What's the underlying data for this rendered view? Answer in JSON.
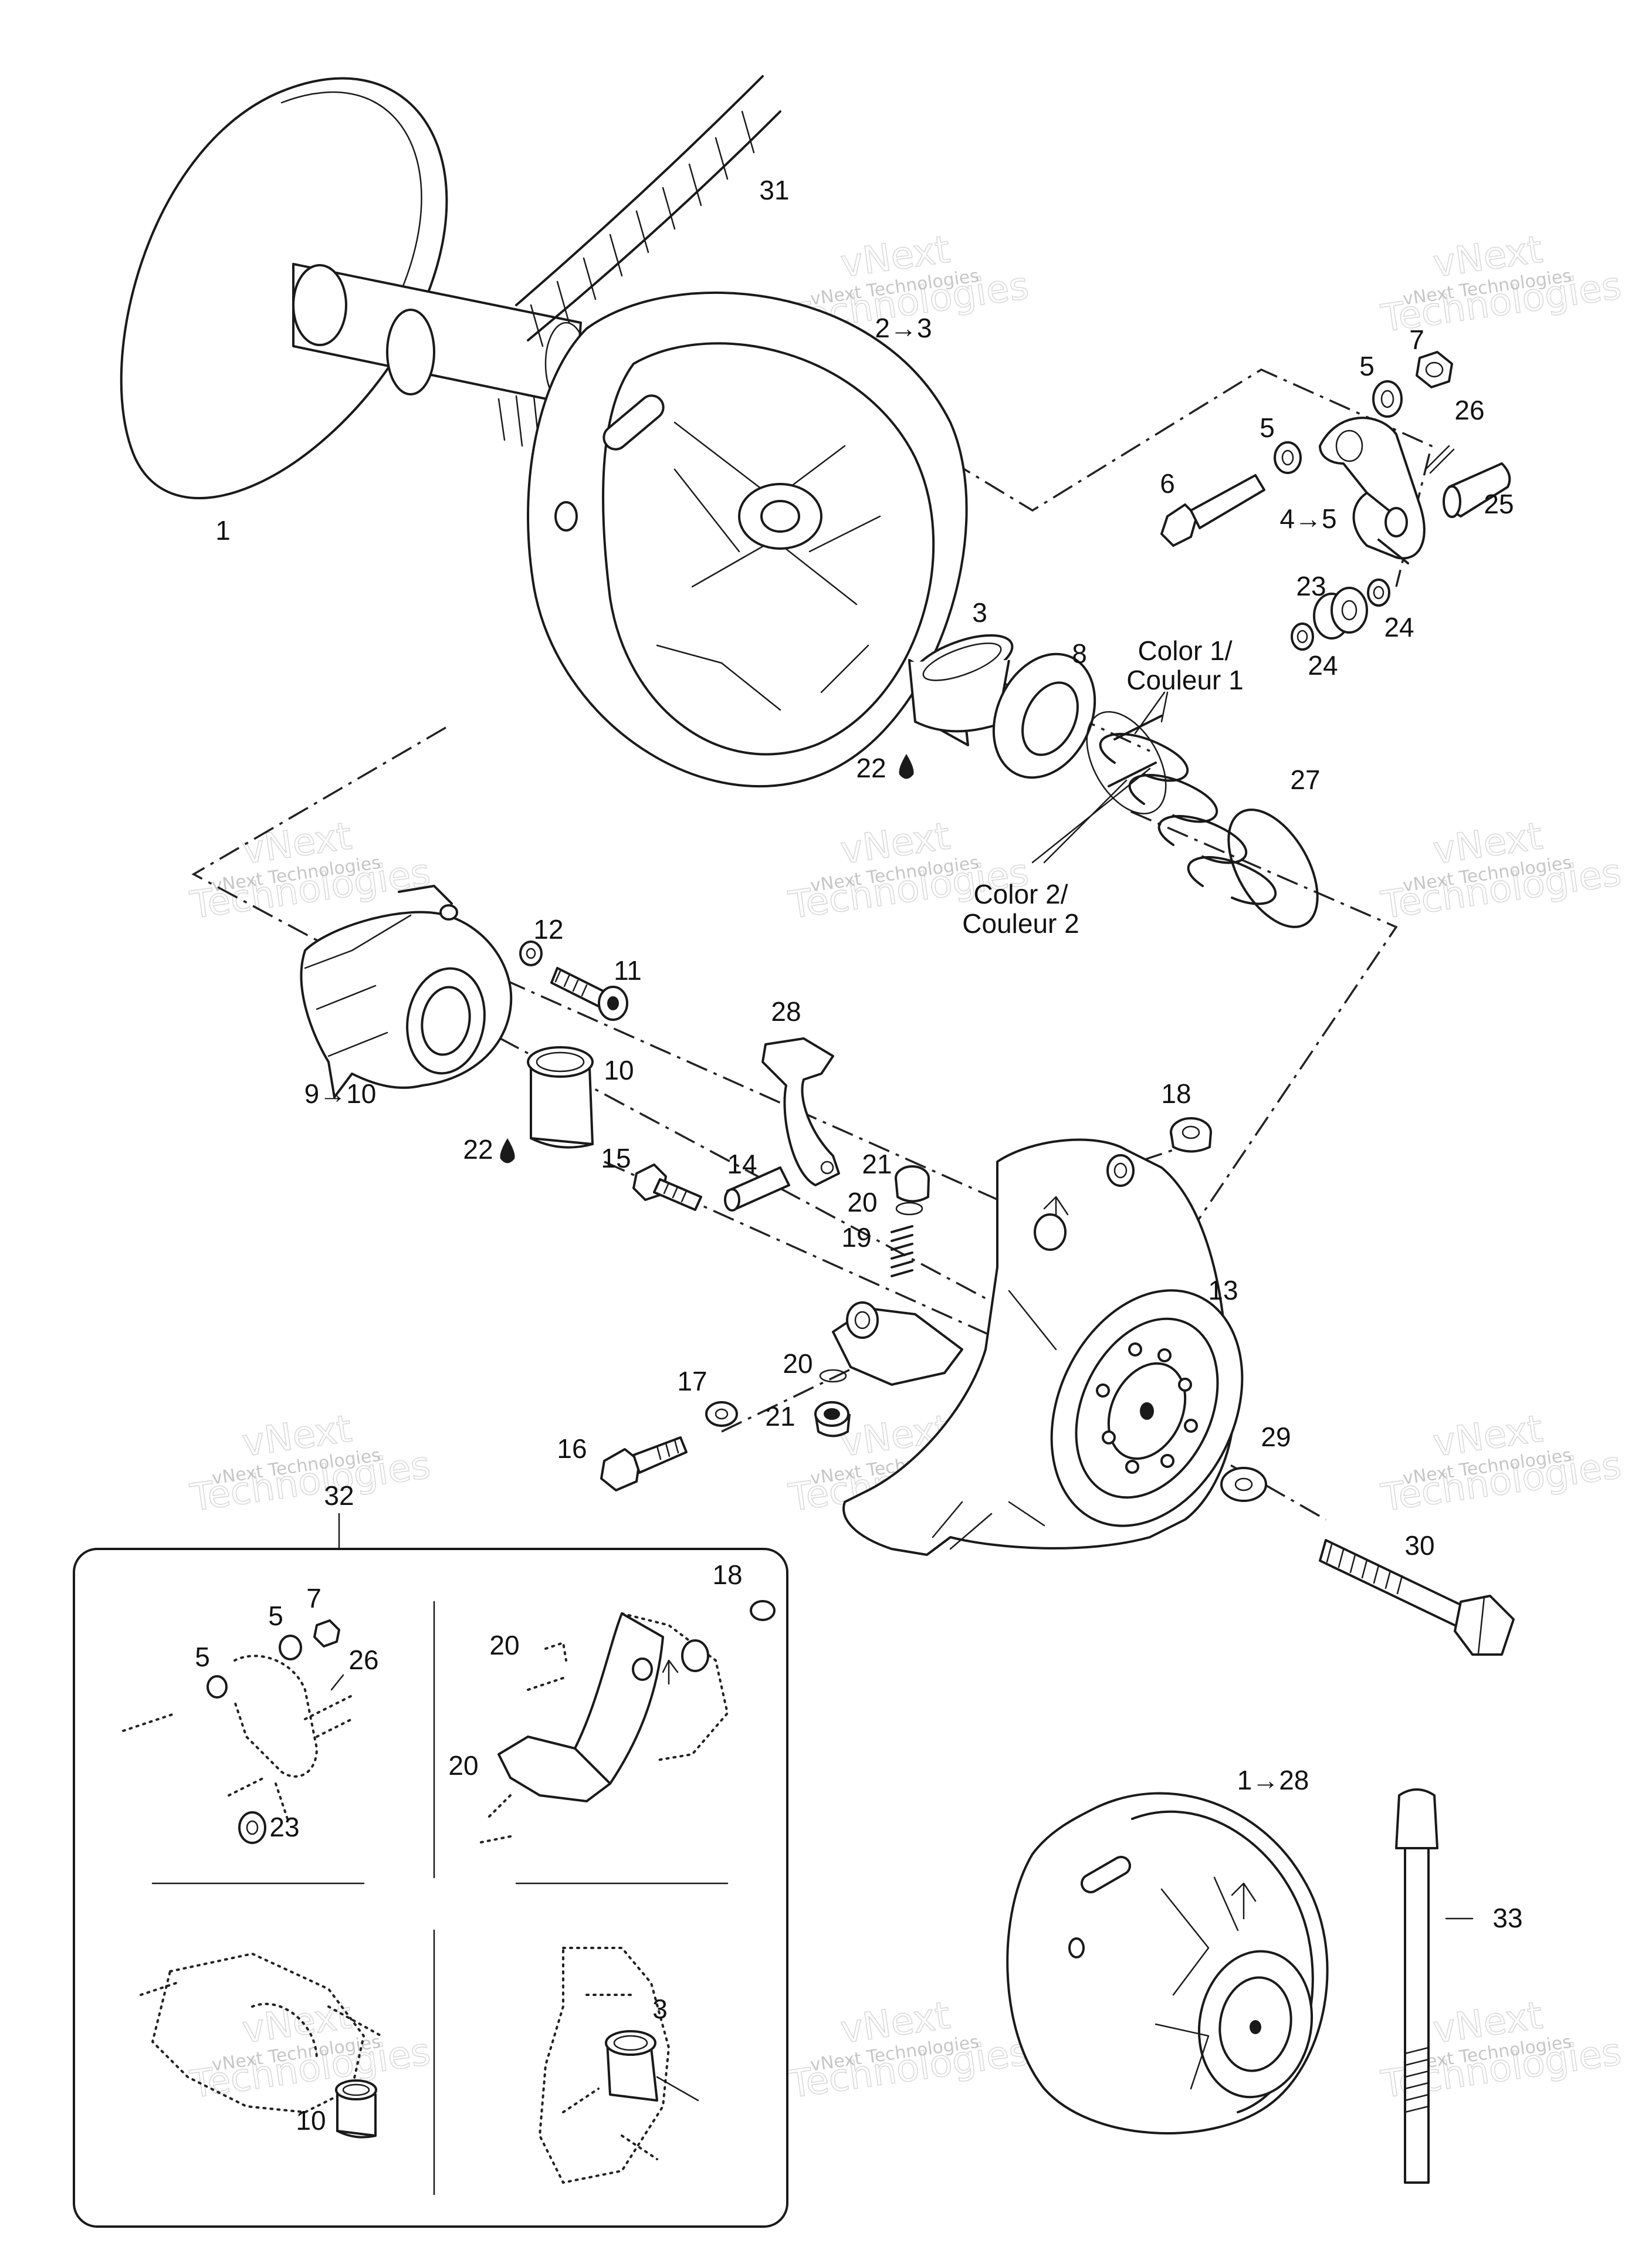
{
  "watermark": {
    "small": "vNext Technologies",
    "big_top": "vNext",
    "big_bottom": "Technologies"
  },
  "callouts": {
    "c1": "1",
    "c31": "31",
    "c2_3": "2→3",
    "c3": "3",
    "c8": "8",
    "c22a": "22",
    "c22b": "22",
    "c27": "27",
    "color1_line1": "Color 1/",
    "color1_line2": "Couleur 1",
    "color2_line1": "Color 2/",
    "color2_line2": "Couleur 2",
    "c7": "7",
    "c5a": "5",
    "c5b": "5",
    "c26": "26",
    "c6": "6",
    "c4_5": "4→5",
    "c25": "25",
    "c23": "23",
    "c24a": "24",
    "c24b": "24",
    "c12": "12",
    "c11": "11",
    "c10": "10",
    "c9_10": "9→10",
    "c28": "28",
    "c18": "18",
    "c15": "15",
    "c14": "14",
    "c21a": "21",
    "c20a": "20",
    "c19": "19",
    "c13": "13",
    "c20b": "20",
    "c21b": "21",
    "c17": "17",
    "c16": "16",
    "c29": "29",
    "c30": "30",
    "c32": "32",
    "c1_28": "1→28",
    "c33": "33"
  },
  "inset": {
    "i7": "7",
    "i5a": "5",
    "i5b": "5",
    "i26": "26",
    "i23": "23",
    "i18": "18",
    "i20a": "20",
    "i20b": "20",
    "i3": "3",
    "i10": "10"
  }
}
